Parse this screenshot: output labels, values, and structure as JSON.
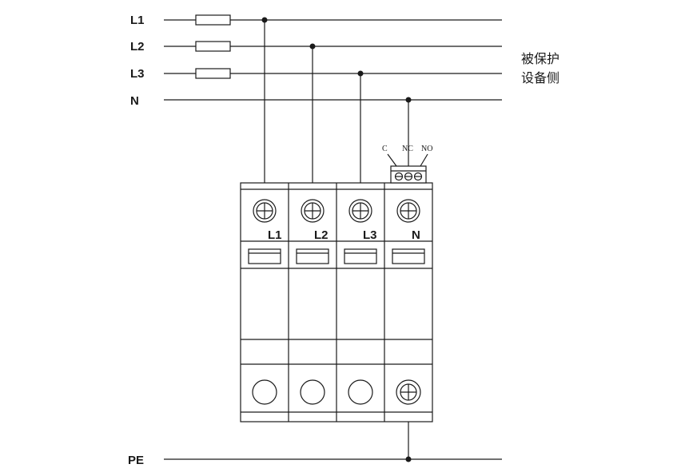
{
  "lines": {
    "l1": "L1",
    "l2": "L2",
    "l3": "L3",
    "n": "N",
    "pe": "PE"
  },
  "protected_side": {
    "line1": "被保护",
    "line2": "设备侧"
  },
  "device": {
    "terminals": [
      "L1",
      "L2",
      "L3",
      "N"
    ],
    "contacts": [
      "C",
      "NC",
      "NO"
    ]
  },
  "colors": {
    "line": "#1a1a1a",
    "background": "#ffffff"
  }
}
